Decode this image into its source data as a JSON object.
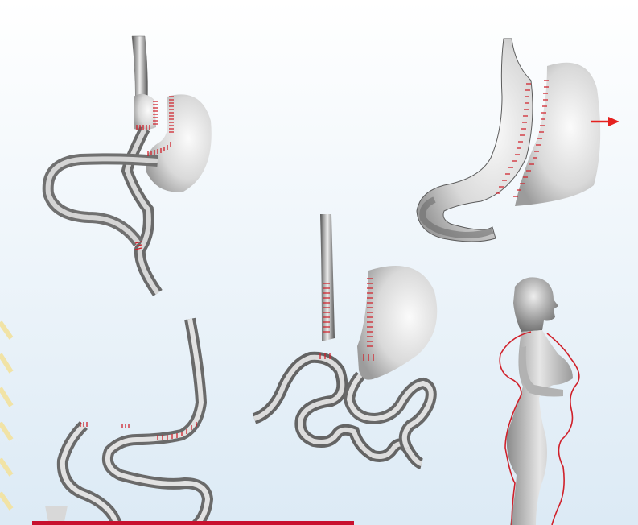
{
  "colors": {
    "background_top": "#ffffff",
    "background_bottom": "#dceaf5",
    "staple_red": "#d0202a",
    "arrow_red": "#e5211f",
    "tissue_light": "#f4f4f4",
    "tissue_mid": "#b4b4b4",
    "tissue_dark": "#555555",
    "bottom_bar": "#c8102e",
    "deco_yellow": "#f1e3a6"
  },
  "panels": [
    {
      "name": "gastric-bypass-top-left",
      "description_label": ""
    },
    {
      "name": "sleeve-gastrectomy-top-right",
      "description_label": ""
    },
    {
      "name": "banded-stomach-center",
      "description_label": ""
    },
    {
      "name": "intestinal-bypass-bottom-left",
      "description_label": ""
    },
    {
      "name": "body-silhouette-right",
      "description_label": ""
    }
  ],
  "arrow": {
    "direction": "right",
    "icon": "arrow-right-icon"
  }
}
